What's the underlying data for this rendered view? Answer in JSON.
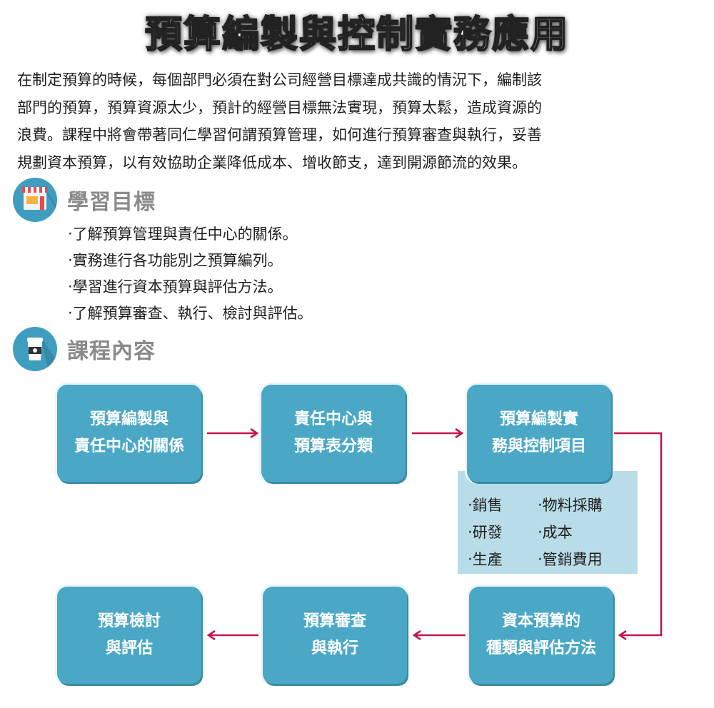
{
  "title": "預算編製與控制實務應用",
  "intro": [
    "在制定預算的時候，每個部門必須在對公司經營目標達成共識的情況下，編制該",
    "部門的預算，預算資源太少，預計的經營目標無法實現，預算太鬆，造成資源的",
    "浪費。課程中將會帶著同仁學習何謂預算管理，如何進行預算審查與執行，妥善",
    "規劃資本預算，以有效協助企業降低成本、增收節支，達到開源節流的效果。"
  ],
  "goals_section": {
    "heading": "學習目標",
    "icon": "shop-icon",
    "items": [
      "‧了解預算管理與責任中心的關係。",
      "‧實務進行各功能別之預算編列。",
      "‧學習進行資本預算與評估方法。",
      "‧了解預算審查、執行、檢討與評估。"
    ]
  },
  "content_section": {
    "heading": "課程內容",
    "icon": "cup-icon"
  },
  "flow": {
    "steps": [
      {
        "line1": "預算編製與",
        "line2": "責任中心的關係"
      },
      {
        "line1": "責任中心與",
        "line2": "預算表分類"
      },
      {
        "line1": "預算編製實",
        "line2": "務與控制項目"
      },
      {
        "line1": "資本預算的",
        "line2": "種類與評估方法"
      },
      {
        "line1": "預算審查",
        "line2": "與執行"
      },
      {
        "line1": "預算檢討",
        "line2": "與評估"
      }
    ],
    "control_items": [
      "‧銷售",
      "‧物料採購",
      "‧研發",
      "‧成本",
      "‧生產",
      "‧管銷費用"
    ]
  },
  "colors": {
    "box": "#4aa8c6",
    "panel": "#b9dde8",
    "arrow": "#c0174f",
    "icon_circle": "#3f9dbf"
  }
}
